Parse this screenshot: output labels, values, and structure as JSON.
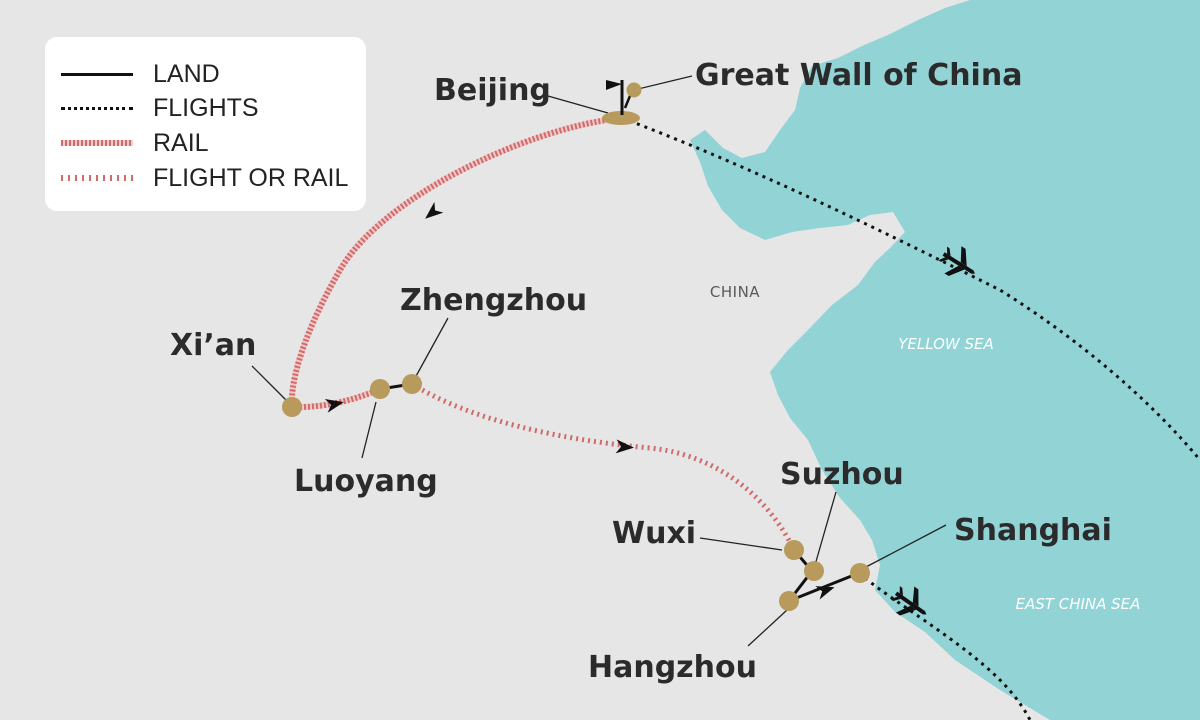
{
  "legend": {
    "items": [
      {
        "key": "land",
        "label": "LAND"
      },
      {
        "key": "flights",
        "label": "FLIGHTS"
      },
      {
        "key": "rail",
        "label": "RAIL"
      },
      {
        "key": "flight_or_rail",
        "label": "FLIGHT OR RAIL"
      }
    ]
  },
  "regions": {
    "country": "CHINA",
    "yellow_sea": "YELLOW SEA",
    "east_china_sea": "EAST CHINA SEA"
  },
  "cities": {
    "beijing": "Beijing",
    "great_wall": "Great Wall of China",
    "xian": "Xi’an",
    "zhengzhou": "Zhengzhou",
    "luoyang": "Luoyang",
    "suzhou": "Suzhou",
    "wuxi": "Wuxi",
    "shanghai": "Shanghai",
    "hangzhou": "Hangzhou"
  },
  "colors": {
    "land": "#e6e6e6",
    "sea": "#92d3d6",
    "river": "#92d3d6",
    "marker": "#b79a5c",
    "rail": "#cf6b6b",
    "route": "#111111",
    "legend_bg": "#ffffff"
  },
  "icons": [
    "flag-icon",
    "plane-icon",
    "arrow-icon"
  ]
}
